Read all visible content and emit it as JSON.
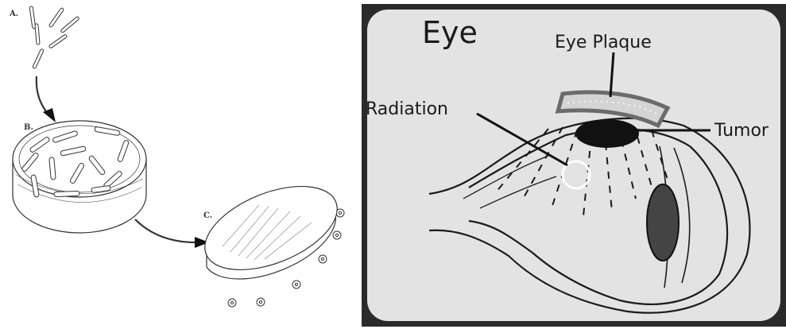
{
  "left_panel": {
    "step_a": "A.",
    "step_b": "B.",
    "step_c": "C."
  },
  "right_panel": {
    "title": "Eye",
    "label_plaque": "Eye Plaque",
    "label_radiation": "Radiation",
    "label_tumor": "Tumor"
  },
  "colors": {
    "panel_bg": "#e3e3e3",
    "frame": "#2a2a2a",
    "tumor": "#111111",
    "iris": "#444444",
    "plaque": "#6b6b6b"
  }
}
